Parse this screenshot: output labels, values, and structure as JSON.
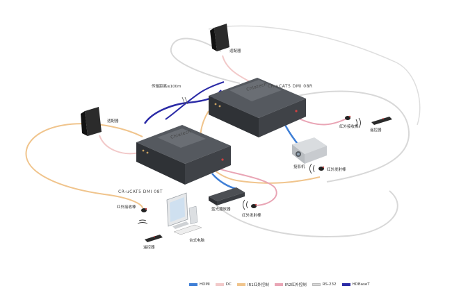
{
  "labels": {
    "transmission_distance": "传输距离≤100m",
    "adapter_top": "适配器",
    "adapter_left": "适配器",
    "model_top": "CR-uCAT5  DMI  08R",
    "model_left": "CR-uCAT5  DMI  08T",
    "projector": "投影机",
    "ir_receiver_top": "红外接收棒",
    "remote_top": "遥控器",
    "ir_emitter_top": "红外发射棒",
    "ir_receiver_left": "红外接收棒",
    "remote_left": "遥控器",
    "bluray_player": "蓝光播放器",
    "ir_emitter_left": "红外发射棒",
    "desktop_pc": "台式电脑"
  },
  "legend": [
    {
      "label": "HDMI",
      "color": "#3f7fd6"
    },
    {
      "label": "DC",
      "color": "#f2c9c9"
    },
    {
      "label": "IR1红外控制",
      "color": "#f0c48c"
    },
    {
      "label": "IR2红外控制",
      "color": "#e9a5b5"
    },
    {
      "label": "RS-232",
      "color": "#d8d8d8"
    },
    {
      "label": "HDBaseT",
      "color": "#2a2aa6"
    }
  ],
  "colors": {
    "hdmi": "#3f7fd6",
    "dc": "#f2c9c9",
    "ir1": "#f0c48c",
    "ir2": "#e9a5b5",
    "rs232": "#d8d8d8",
    "hdbaset": "#2a2aa6",
    "device_body": "#3a3d42"
  }
}
